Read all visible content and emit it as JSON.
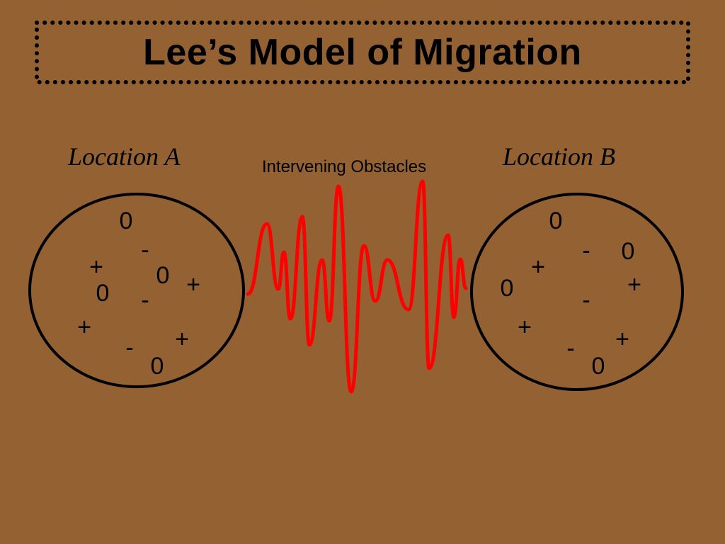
{
  "title": "Lee’s Model of Migration",
  "location_a": {
    "label": "Location A",
    "symbols": [
      "0",
      "-",
      "+",
      "0",
      "+",
      "0",
      "-",
      "+",
      "-",
      "+",
      "0"
    ]
  },
  "location_b": {
    "label": "Location B",
    "symbols": [
      "0",
      "-",
      "0",
      "+",
      "0",
      "+",
      "-",
      "+",
      "-",
      "+",
      "0"
    ]
  },
  "obstacles": {
    "label": "Intervening Obstacles",
    "color": "#ff0000"
  },
  "colors": {
    "background": "#946133",
    "ink": "#000000"
  }
}
